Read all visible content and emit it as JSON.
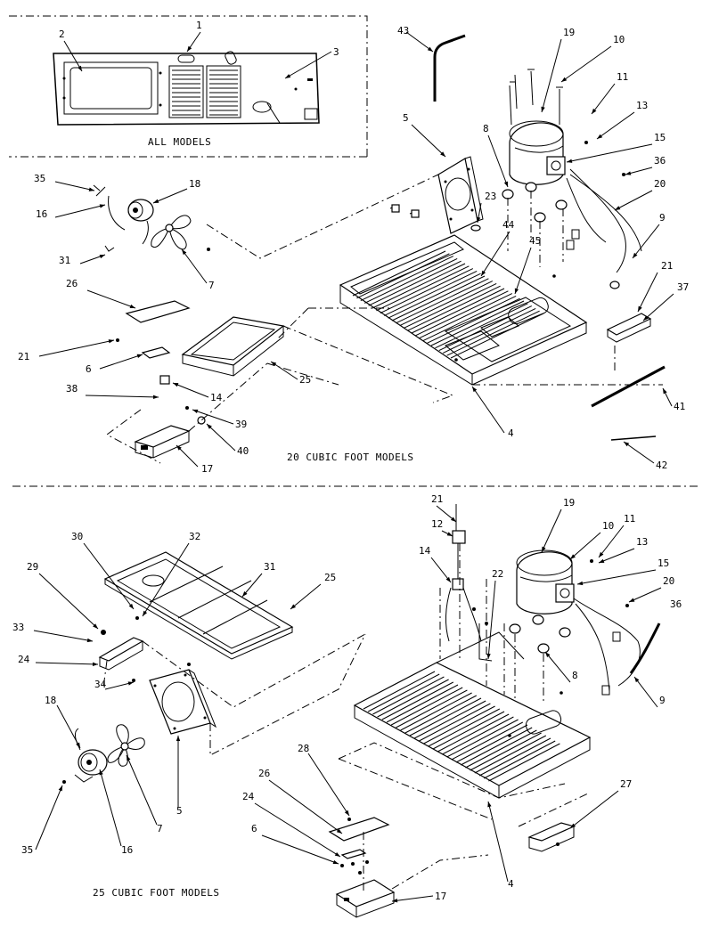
{
  "captions": {
    "all_models": "ALL MODELS",
    "models_20": "20 CUBIC FOOT MODELS",
    "models_25": "25 CUBIC FOOT MODELS"
  },
  "callouts_top": [
    "1",
    "2",
    "3",
    "43",
    "19",
    "10",
    "11",
    "13",
    "5",
    "8",
    "15",
    "36",
    "20",
    "35",
    "18",
    "23",
    "44",
    "9",
    "45",
    "16",
    "21",
    "37",
    "31",
    "7",
    "26",
    "21",
    "6",
    "25",
    "38",
    "14",
    "4",
    "41",
    "39",
    "40",
    "17",
    "42"
  ],
  "callouts_bottom": [
    "21",
    "19",
    "11",
    "12",
    "10",
    "13",
    "14",
    "15",
    "30",
    "32",
    "22",
    "20",
    "31",
    "25",
    "36",
    "29",
    "33",
    "8",
    "24",
    "34",
    "9",
    "18",
    "5",
    "7",
    "16",
    "35",
    "28",
    "26",
    "27",
    "24",
    "6",
    "17",
    "4"
  ]
}
